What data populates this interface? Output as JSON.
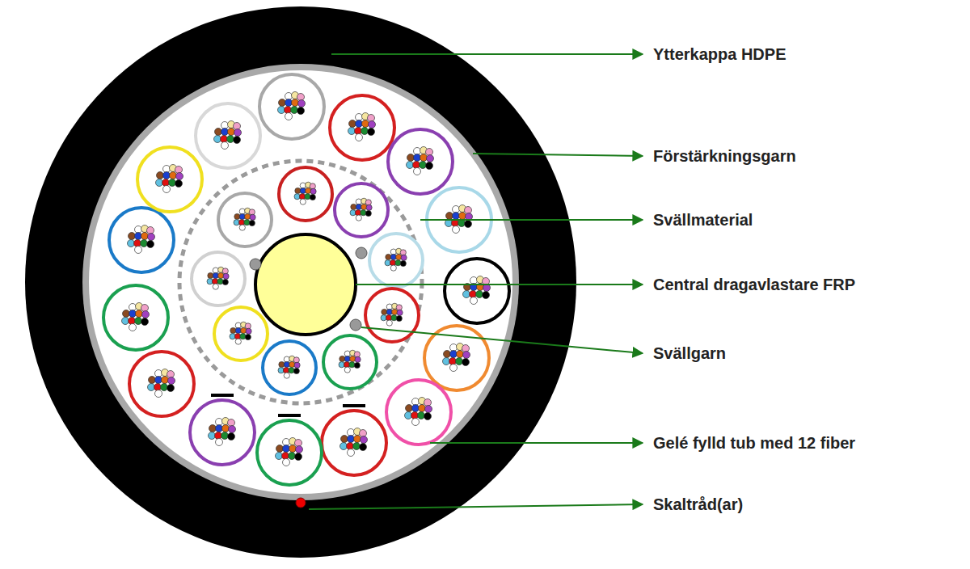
{
  "diagram": {
    "labels": [
      "Ytterkappa HDPE",
      "Förstärkningsgarn",
      "Svällmaterial",
      "Central dragavlastare FRP",
      "Svällgarn",
      "Gelé fylld tub med 12 fiber",
      "Skaltråd(ar)"
    ]
  }
}
